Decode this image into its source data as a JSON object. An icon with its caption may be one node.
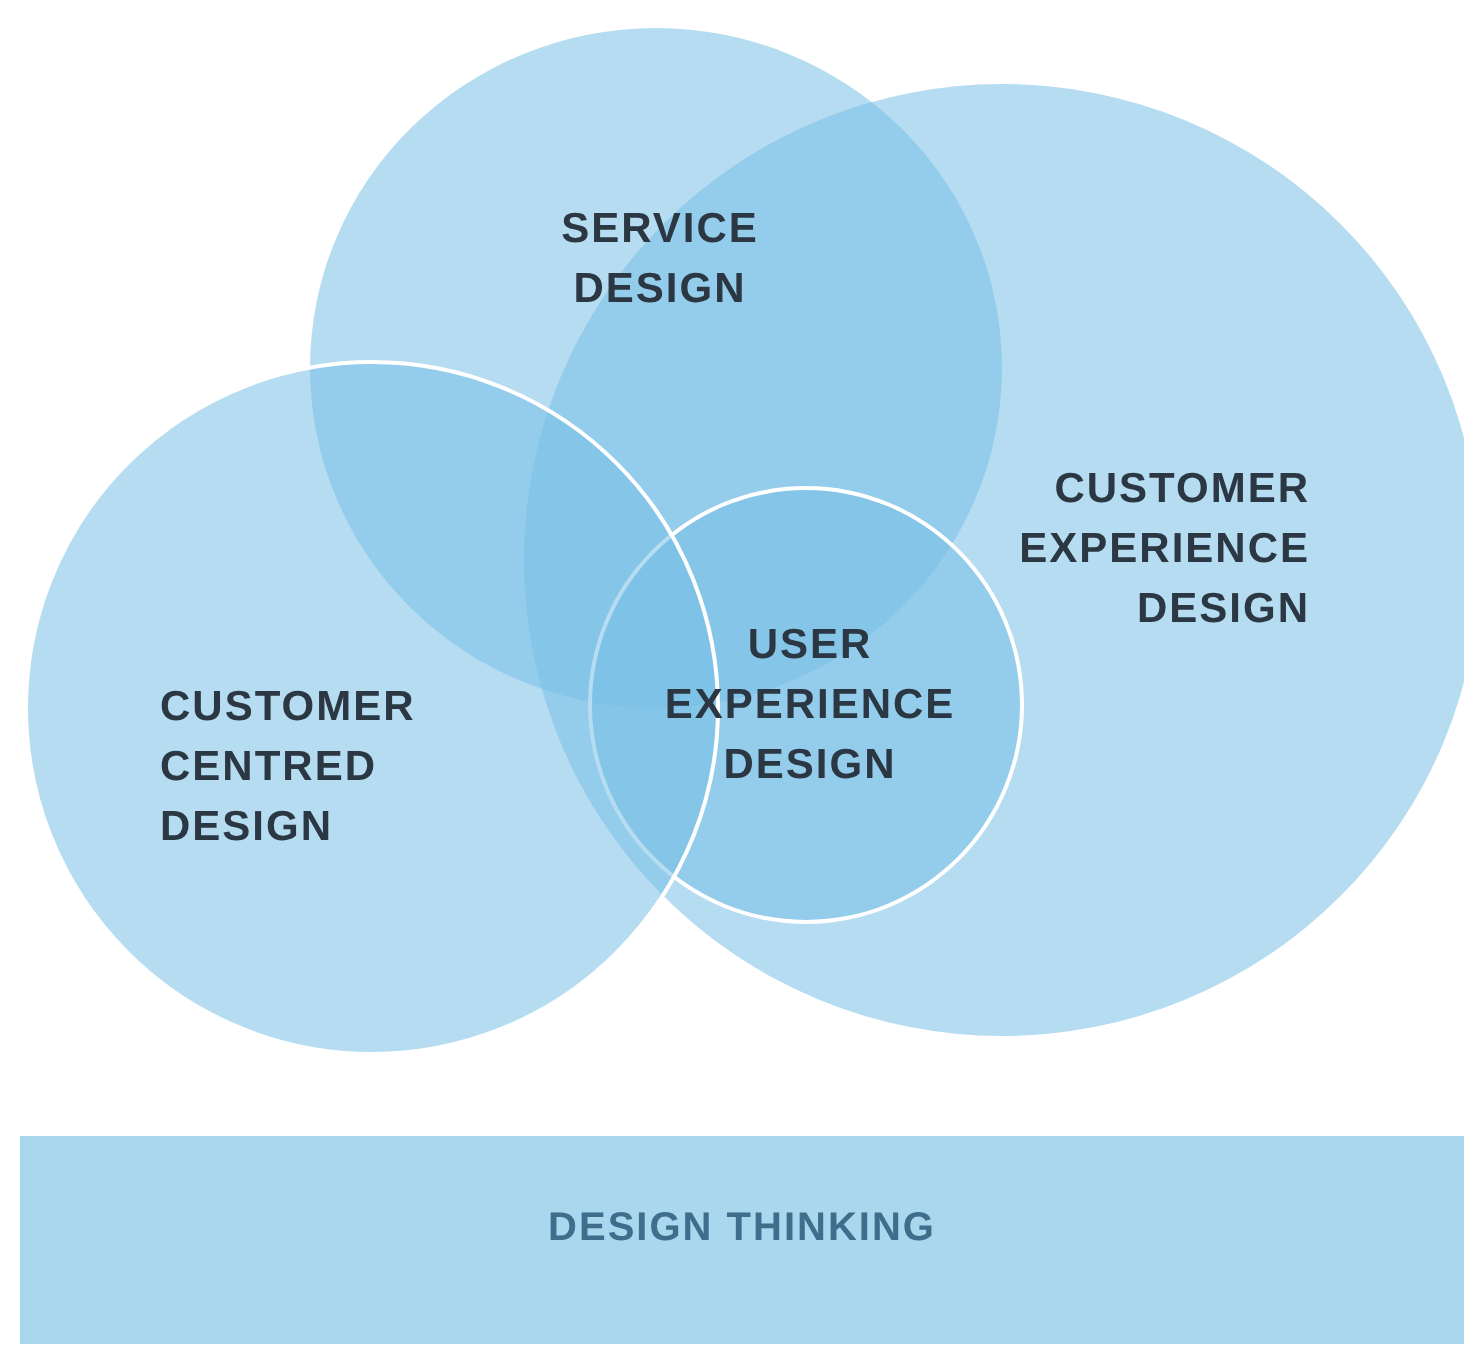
{
  "diagram": {
    "nodes": [
      {
        "text": [
          "SERVICE DESIGN"
        ]
      },
      {
        "text": [
          "CUSTOMER EXPERIENCE DESIGN"
        ]
      },
      {
        "text": [
          "CUSTOMER CENTRED DESIGN"
        ]
      },
      {
        "text": [
          "USER EXPERIENCE DESIGN"
        ],
        "in": 1
      },
      {
        "text": [
          "DESIGN THINKING"
        ]
      }
    ]
  }
}
